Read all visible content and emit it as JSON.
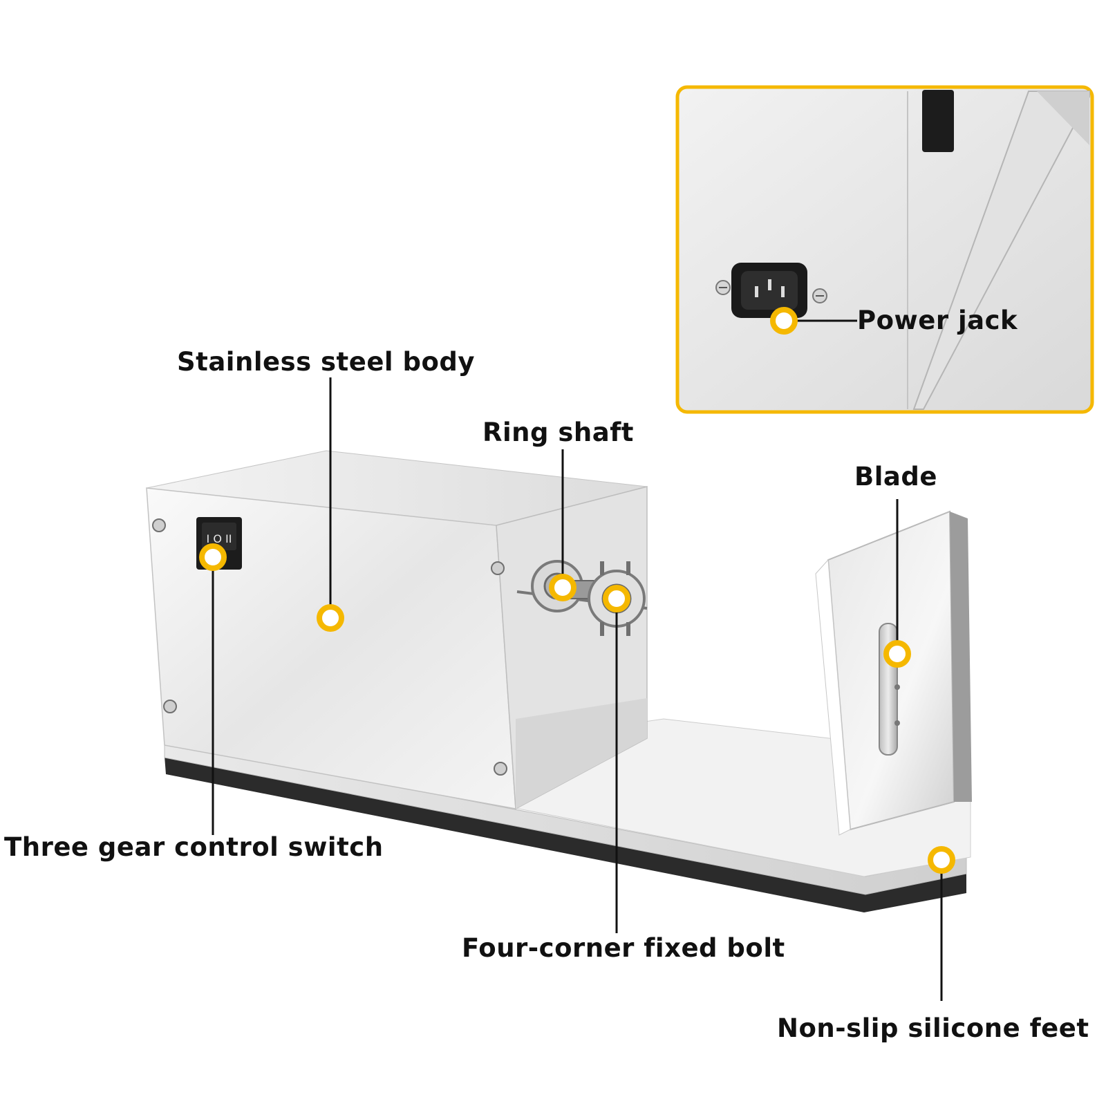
{
  "colors": {
    "accent": "#F5B800",
    "steel_light": "#f1f1f1",
    "steel_mid": "#cfcfcf",
    "steel_dark": "#9a9a9a",
    "rubber": "#2b2b2b",
    "switch": "#1c1c1c"
  },
  "inset": {
    "label": "Power jack"
  },
  "callouts": [
    {
      "id": "body",
      "label": "Stainless steel body",
      "icon": "callout-dot"
    },
    {
      "id": "ring",
      "label": "Ring shaft",
      "icon": "callout-dot"
    },
    {
      "id": "blade",
      "label": "Blade",
      "icon": "callout-dot"
    },
    {
      "id": "switch",
      "label": "Three gear control switch",
      "icon": "callout-dot"
    },
    {
      "id": "bolt",
      "label": "Four-corner fixed bolt",
      "icon": "callout-dot"
    },
    {
      "id": "feet",
      "label": "Non-slip silicone feet",
      "icon": "callout-dot"
    }
  ]
}
